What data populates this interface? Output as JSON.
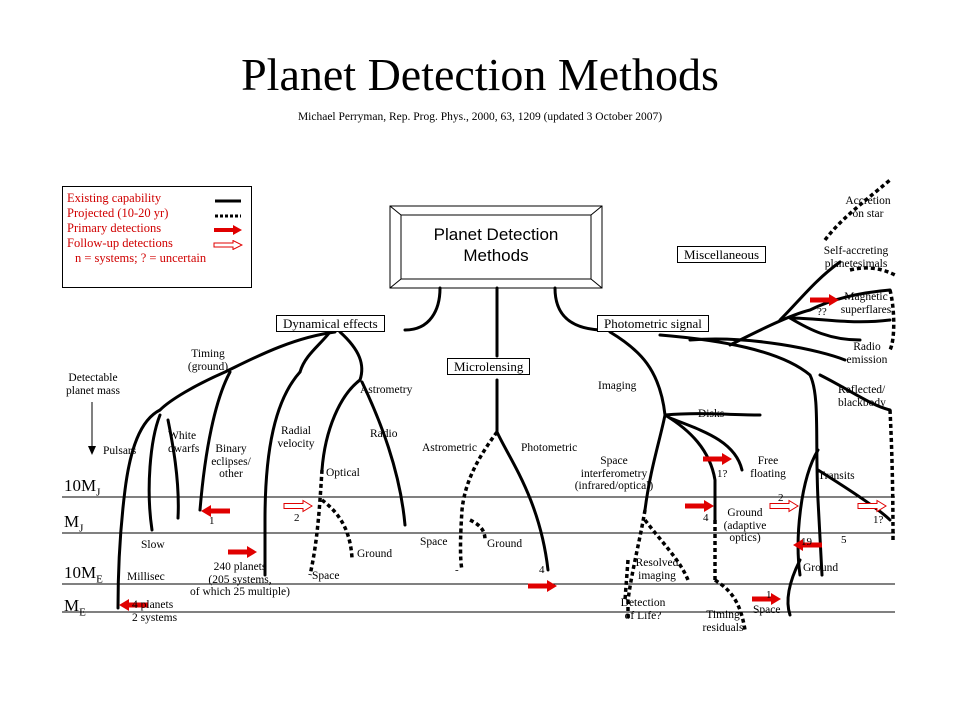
{
  "title": "Planet Detection Methods",
  "subtitle": "Michael Perryman, Rep. Prog. Phys., 2000, 63, 1209 (updated 3 October 2007)",
  "legend": {
    "existing": "Existing capability",
    "projected": "Projected (10-20 yr)",
    "primary": "Primary detections",
    "followup": "Follow-up detections",
    "note": "n = systems; ? = uncertain",
    "color": "#d00000"
  },
  "root_box": {
    "line1": "Planet Detection",
    "line2": "Methods"
  },
  "categories": {
    "dynamical": "Dynamical effects",
    "microlensing": "Microlensing",
    "photometric": "Photometric signal",
    "misc": "Miscellaneous"
  },
  "mass_axis": {
    "heading_1": "Detectable",
    "heading_2": "planet mass",
    "rows": [
      {
        "main": "10M",
        "sub": "J"
      },
      {
        "main": "M",
        "sub": "J"
      },
      {
        "main": "10M",
        "sub": "E"
      },
      {
        "main": "M",
        "sub": "E"
      }
    ]
  },
  "labels": {
    "timing_1": "Timing",
    "timing_2": "(ground)",
    "pulsars": "Pulsars",
    "white_1": "White",
    "white_2": "dwarfs",
    "binary_1": "Binary",
    "binary_2": "eclipses/",
    "binary_3": "other",
    "rv_1": "Radial",
    "rv_2": "velocity",
    "astrometry": "Astrometry",
    "radio": "Radio",
    "optical": "Optical",
    "astrometric": "Astrometric",
    "photometric_ml": "Photometric",
    "imaging": "Imaging",
    "disks": "Disks",
    "free_1": "Free",
    "free_2": "floating",
    "space_interf_1": "Space",
    "space_interf_2": "interferometry",
    "space_interf_3": "(infrared/optical)",
    "transits": "Transits",
    "reflected_1": "Reflected/",
    "reflected_2": "blackbody",
    "accretion_1": "Accretion",
    "accretion_2": "on star",
    "selfacc_1": "Self-accreting",
    "selfacc_2": "planetesimals",
    "magnetic_1": "Magnetic",
    "magnetic_2": "superflares",
    "radio_em_1": "Radio",
    "radio_em_2": "emission",
    "slow": "Slow",
    "millisec": "Millisec",
    "planets_240_1": "240 planets",
    "planets_240_2": "(205 systems,",
    "planets_240_3": "of which 25 multiple)",
    "planets_4_1": "4 planets",
    "planets_4_2": "2 systems",
    "space_astro": "Space",
    "ground_astro": "Ground",
    "space_ml": "Space",
    "ground_ml": "Ground",
    "ground_ao_1": "Ground",
    "ground_ao_2": "(adaptive",
    "ground_ao_3": "optics)",
    "resolved_1": "Resolved",
    "resolved_2": "imaging",
    "detection_life_1": "Detection",
    "detection_life_2": "of Life?",
    "timing_res_1": "Timing",
    "timing_res_2": "residuals",
    "ground_transit": "Ground",
    "space_transit": "Space"
  },
  "counts": {
    "binary": "1",
    "rv_follow": "2",
    "microlens": "4",
    "imaging_primary": "4",
    "free_floating": "1?",
    "ao_follow": "2",
    "reflected_follow": "1?",
    "transit_ground": "19",
    "transit_follow": "5",
    "transit_space": "1",
    "magnetic": "??",
    "pulsar_dash": "-"
  }
}
